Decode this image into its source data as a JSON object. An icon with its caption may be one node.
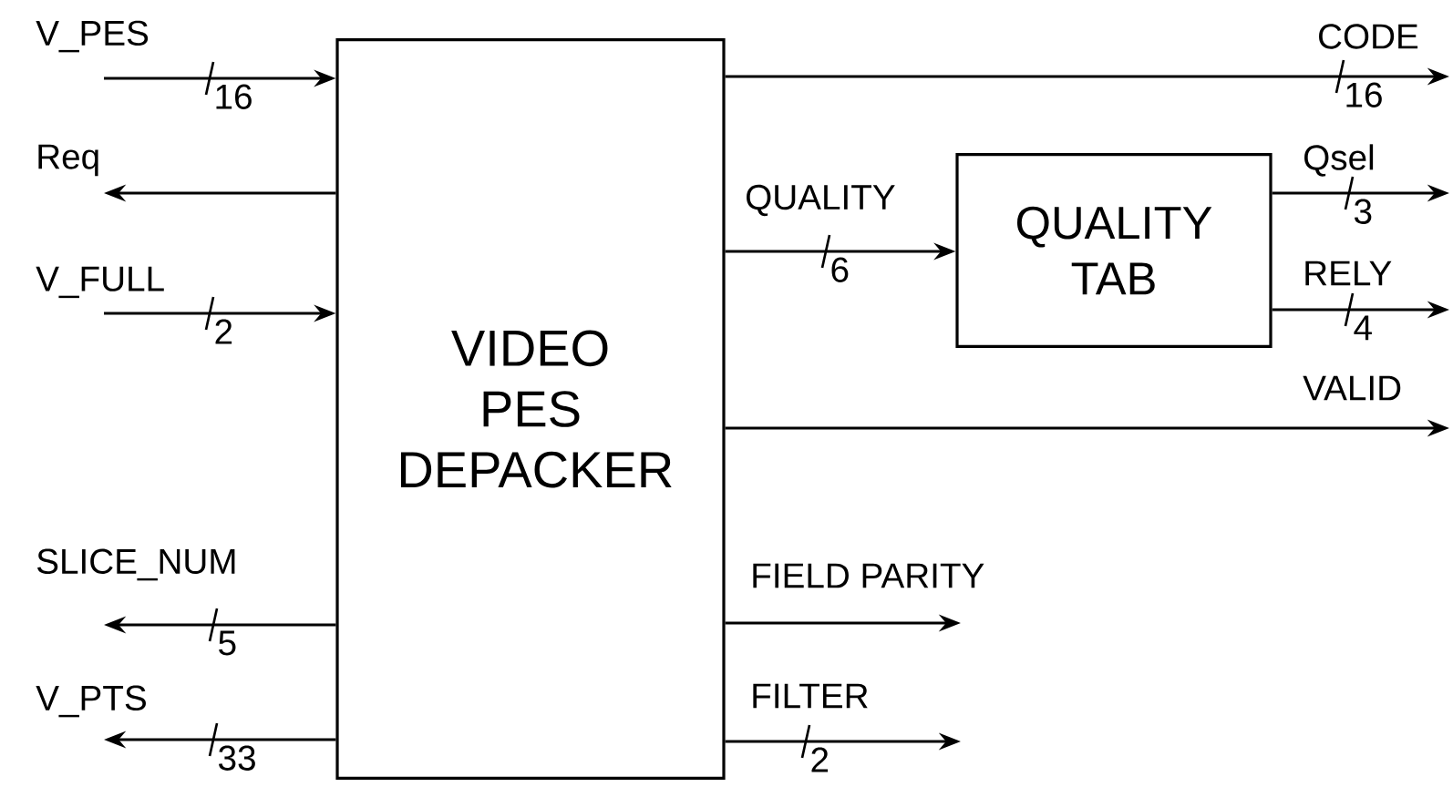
{
  "diagram": {
    "nodes": [
      {
        "text": [
          "VIDEO PES DEPACKER"
        ]
      },
      {
        "text": [
          "QUALITY TAB"
        ]
      }
    ],
    "edges": [
      {
        "from": null,
        "to": 0,
        "arrow": "to",
        "label": "V_PES"
      },
      {
        "from": 0,
        "to": null,
        "arrow": "to",
        "label": "Req"
      },
      {
        "from": null,
        "to": 0,
        "arrow": "to",
        "label": "V_FULL"
      },
      {
        "from": 0,
        "to": null,
        "arrow": "to",
        "label": "SLICE_NUM"
      },
      {
        "from": 0,
        "to": null,
        "arrow": "to",
        "label": "V_PTS"
      },
      {
        "from": 0,
        "to": null,
        "arrow": "to",
        "label": "CODE"
      },
      {
        "from": 0,
        "to": 1,
        "arrow": "to",
        "label": "QUALITY"
      },
      {
        "from": 1,
        "to": null,
        "arrow": "to",
        "label": "Qsel"
      },
      {
        "from": 1,
        "to": null,
        "arrow": "to",
        "label": "RELY"
      },
      {
        "from": 0,
        "to": null,
        "arrow": "to",
        "label": "VALID"
      },
      {
        "from": 0,
        "to": null,
        "arrow": "to",
        "label": "FIELD PARITY"
      },
      {
        "from": 0,
        "to": null,
        "arrow": "to",
        "label": "FILTER"
      }
    ],
    "labels": [
      "16",
      "16",
      "3",
      "6",
      "2",
      "4",
      "5",
      "2",
      "33"
    ]
  }
}
